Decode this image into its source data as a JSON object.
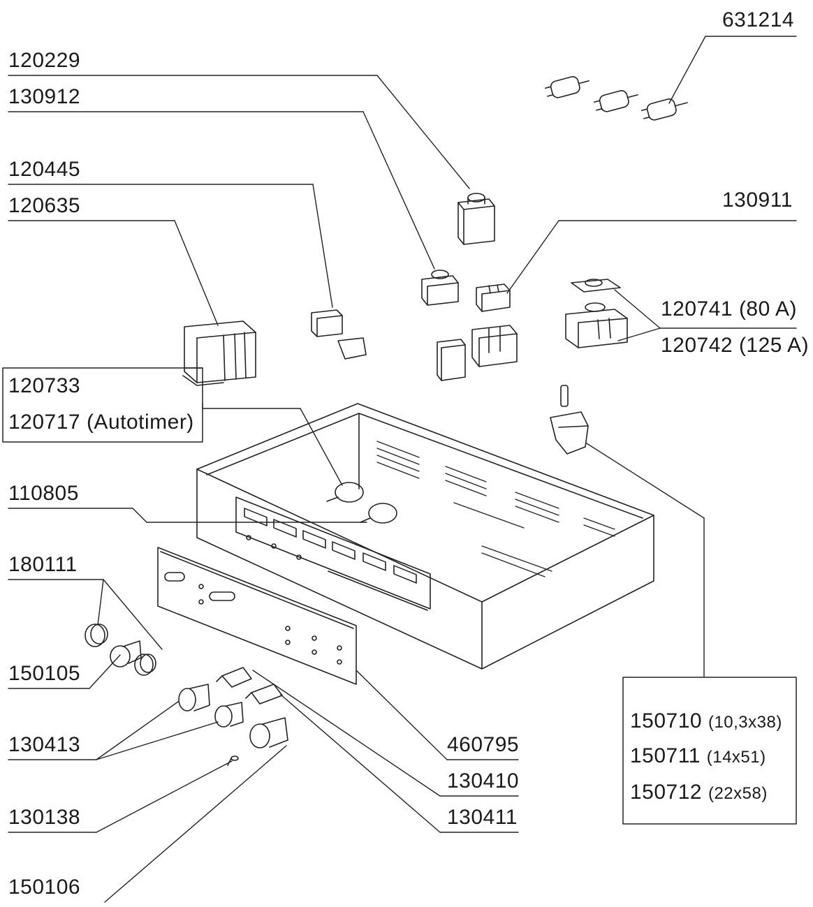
{
  "parts": {
    "p631214": "631214",
    "p120229": "120229",
    "p130912": "130912",
    "p120445": "120445",
    "p120635": "120635",
    "p130911": "130911",
    "p120741": "120741 (80 A)",
    "p120742": "120742 (125 A)",
    "p120733": "120733",
    "p120717": "120717 (Autotimer)",
    "p110805": "110805",
    "p180111": "180111",
    "p150105": "150105",
    "p130413": "130413",
    "p130138": "130138",
    "p150106": "150106",
    "p460795": "460795",
    "p130410": "130410",
    "p130411": "130411",
    "p150710": "150710",
    "p150710_size": "(10,3x38)",
    "p150711": "150711",
    "p150711_size": "(14x51)",
    "p150712": "150712",
    "p150712_size": "(22x58)"
  }
}
